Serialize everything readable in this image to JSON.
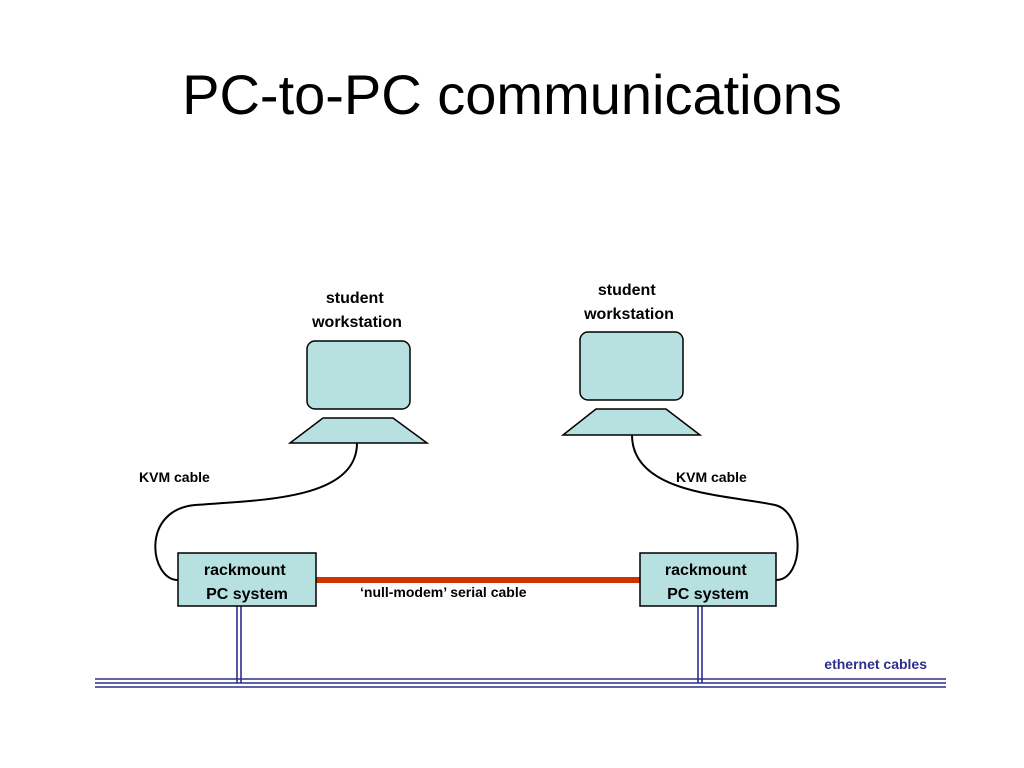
{
  "slide": {
    "title": "PC-to-PC communications"
  },
  "workstations": [
    {
      "line1": "student",
      "line2": "workstation"
    },
    {
      "line1": "student",
      "line2": "workstation"
    }
  ],
  "kvm": [
    {
      "label": "KVM cable"
    },
    {
      "label": "KVM cable"
    }
  ],
  "rackmounts": [
    {
      "line1": "rackmount",
      "line2": "PC system"
    },
    {
      "line1": "rackmount",
      "line2": "PC system"
    }
  ],
  "serial": {
    "label": "‘null-modem’ serial cable"
  },
  "ethernet": {
    "label": "ethernet cables"
  },
  "colors": {
    "box_fill": "#b7e0e0",
    "serial_cable": "#cc3300",
    "ethernet": "#2e2e8f"
  }
}
